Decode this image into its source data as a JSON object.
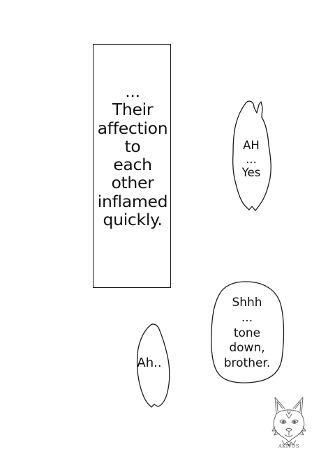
{
  "narration": {
    "lines": [
      "...",
      "Their",
      "affection",
      "to",
      "each",
      "other",
      "inflamed",
      "quickly."
    ]
  },
  "bubbles": {
    "ah_yes": {
      "lines": [
        "AH",
        "...",
        "Yes"
      ]
    },
    "shhh": {
      "lines": [
        "Shhh",
        "...",
        "tone",
        "down,",
        "brother."
      ]
    },
    "ah": {
      "text": "Ah.."
    }
  },
  "watermark": {
    "text": "AKIVOS",
    "icon": "fox-head-icon"
  },
  "colors": {
    "background": "#ffffff",
    "ink": "#111111"
  }
}
